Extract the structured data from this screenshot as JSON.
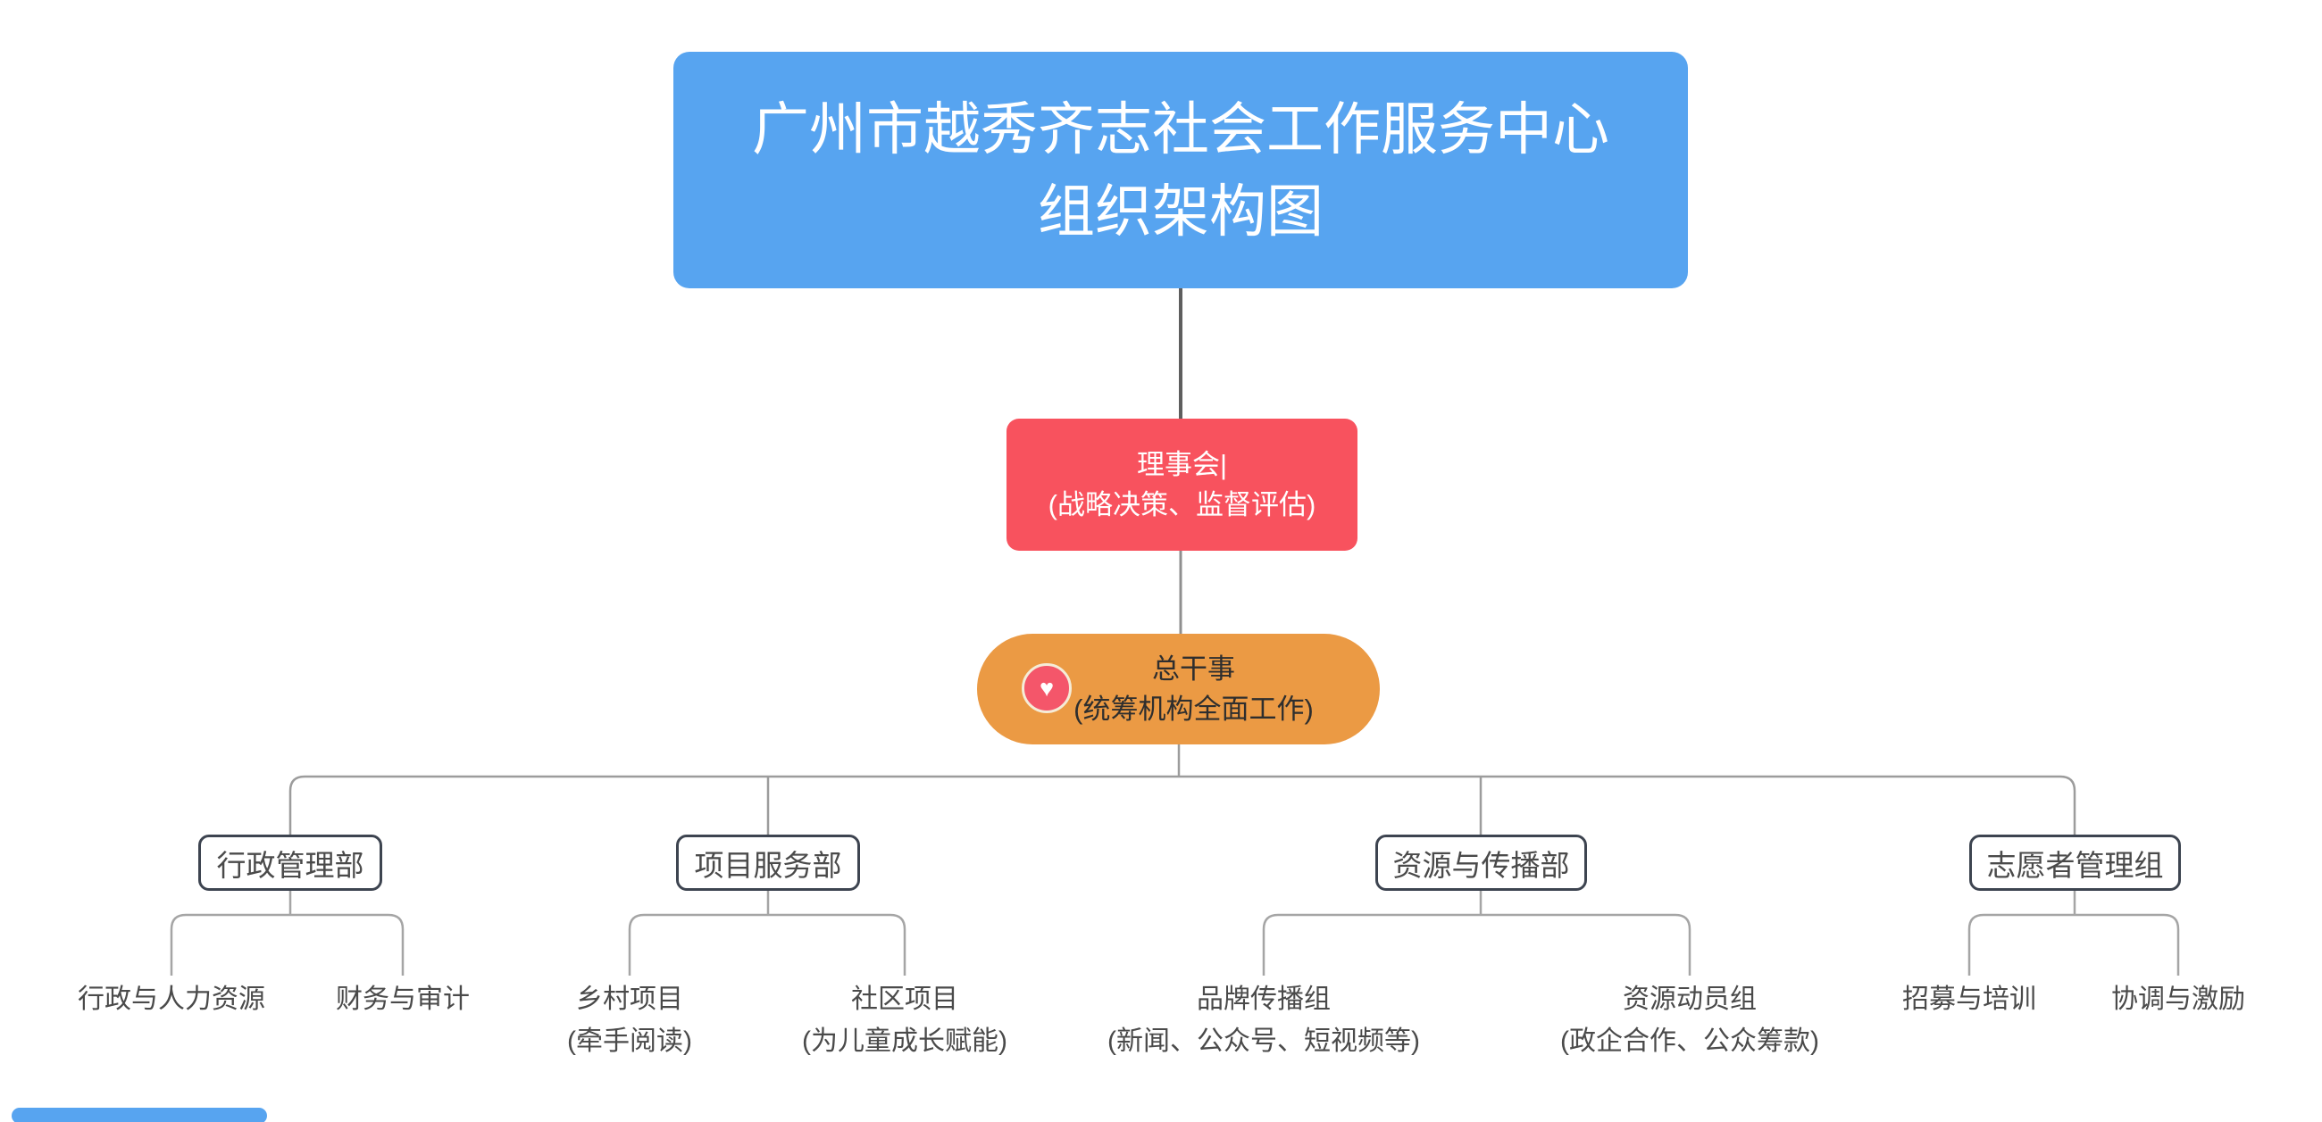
{
  "org_chart": {
    "title": {
      "line1": "广州市越秀齐志社会工作服务中心",
      "line2": "组织架构图",
      "bg": "#57A4F0",
      "text_color": "#ffffff"
    },
    "board": {
      "line1": "理事会|",
      "line2": "(战略决策、监督评估)",
      "bg": "#F8525E",
      "text_color": "#ffffff"
    },
    "director": {
      "line1": "总干事",
      "line2": "(统筹机构全面工作)",
      "bg": "#EB9A44",
      "text_color": "#2e2e2e",
      "icon": "heart-icon",
      "icon_glyph": "♥",
      "icon_bg": "#F4566A"
    },
    "departments": [
      {
        "label": "行政管理部",
        "children": [
          {
            "line1": "行政与人力资源",
            "line2": ""
          },
          {
            "line1": "财务与审计",
            "line2": ""
          }
        ]
      },
      {
        "label": "项目服务部",
        "children": [
          {
            "line1": "乡村项目",
            "line2": "(牵手阅读)"
          },
          {
            "line1": "社区项目",
            "line2": "(为儿童成长赋能)"
          }
        ]
      },
      {
        "label": "资源与传播部",
        "children": [
          {
            "line1": "品牌传播组",
            "line2": "(新闻、公众号、短视频等)"
          },
          {
            "line1": "资源动员组",
            "line2": "(政企合作、公众筹款)"
          }
        ]
      },
      {
        "label": "志愿者管理组",
        "children": [
          {
            "line1": "招募与培训",
            "line2": ""
          },
          {
            "line1": "协调与激励",
            "line2": ""
          }
        ]
      }
    ],
    "colors": {
      "accent_blue": "#57A4F0",
      "accent_red": "#F8525E",
      "accent_orange": "#EB9A44",
      "heart_badge": "#F4566A",
      "dept_border": "#3D4450",
      "text_dark": "#4A4A4A",
      "connector_dark": "#5E5E5E",
      "connector_gray": "#9C9C9C"
    }
  }
}
